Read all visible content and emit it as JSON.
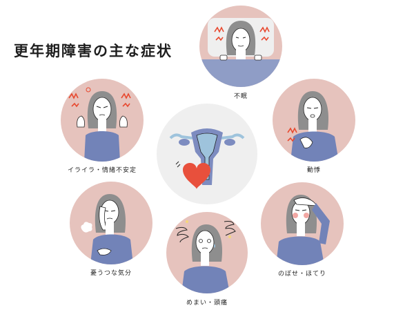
{
  "title": "更年期障害の主な症状",
  "colors": {
    "circle_pink": "#e6c3bd",
    "circle_center": "#efefef",
    "blanket": "#8f9dc6",
    "sweater": "#7283b8",
    "hair": "#8e8e8e",
    "stress_mark": "#e8492f",
    "heart": "#e8503c",
    "uterus_dark": "#7d8cc0",
    "uterus_light": "#9ec3dc"
  },
  "center": {
    "icon": "uterus-with-heart-icon"
  },
  "symptoms": [
    {
      "id": "insomnia",
      "label": "不眠",
      "icon": "woman-in-bed-insomnia-icon"
    },
    {
      "id": "irritation",
      "label": "イライラ・情緒不安定",
      "icon": "woman-irritated-icon"
    },
    {
      "id": "palpitation",
      "label": "動悸",
      "icon": "woman-hand-on-chest-icon"
    },
    {
      "id": "depression",
      "label": "憂うつな気分",
      "icon": "woman-sighing-icon"
    },
    {
      "id": "hotflash",
      "label": "のぼせ・ほてり",
      "icon": "woman-hand-on-forehead-icon"
    },
    {
      "id": "dizziness",
      "label": "めまい・頭痛",
      "icon": "woman-dizzy-icon"
    }
  ]
}
